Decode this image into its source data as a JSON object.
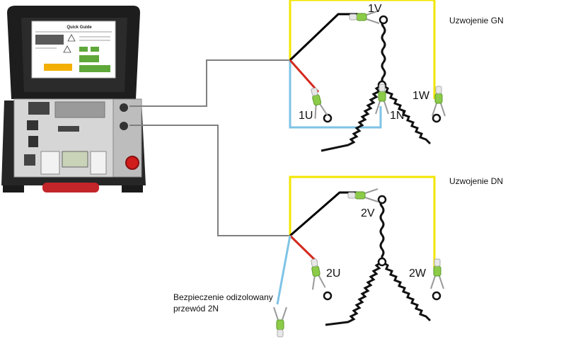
{
  "device": {
    "guide_title": "Quick Guide"
  },
  "hv_winding": {
    "title": "Uzwojenie GN",
    "terminals": {
      "v": "1V",
      "u": "1U",
      "w": "1W",
      "n": "1N"
    }
  },
  "lv_winding": {
    "title": "Uzwojenie DN",
    "terminals": {
      "v": "2V",
      "u": "2U",
      "w": "2W"
    }
  },
  "note": {
    "line1": "Bezpieczenie odizolowany",
    "line2": "przewód 2N"
  },
  "colors": {
    "yellow": "#f2e600",
    "black": "#000000",
    "red": "#d42a1e",
    "blue": "#7ec3e6",
    "grey": "#808080",
    "clip": "#8ccb48",
    "case": "#222222"
  }
}
